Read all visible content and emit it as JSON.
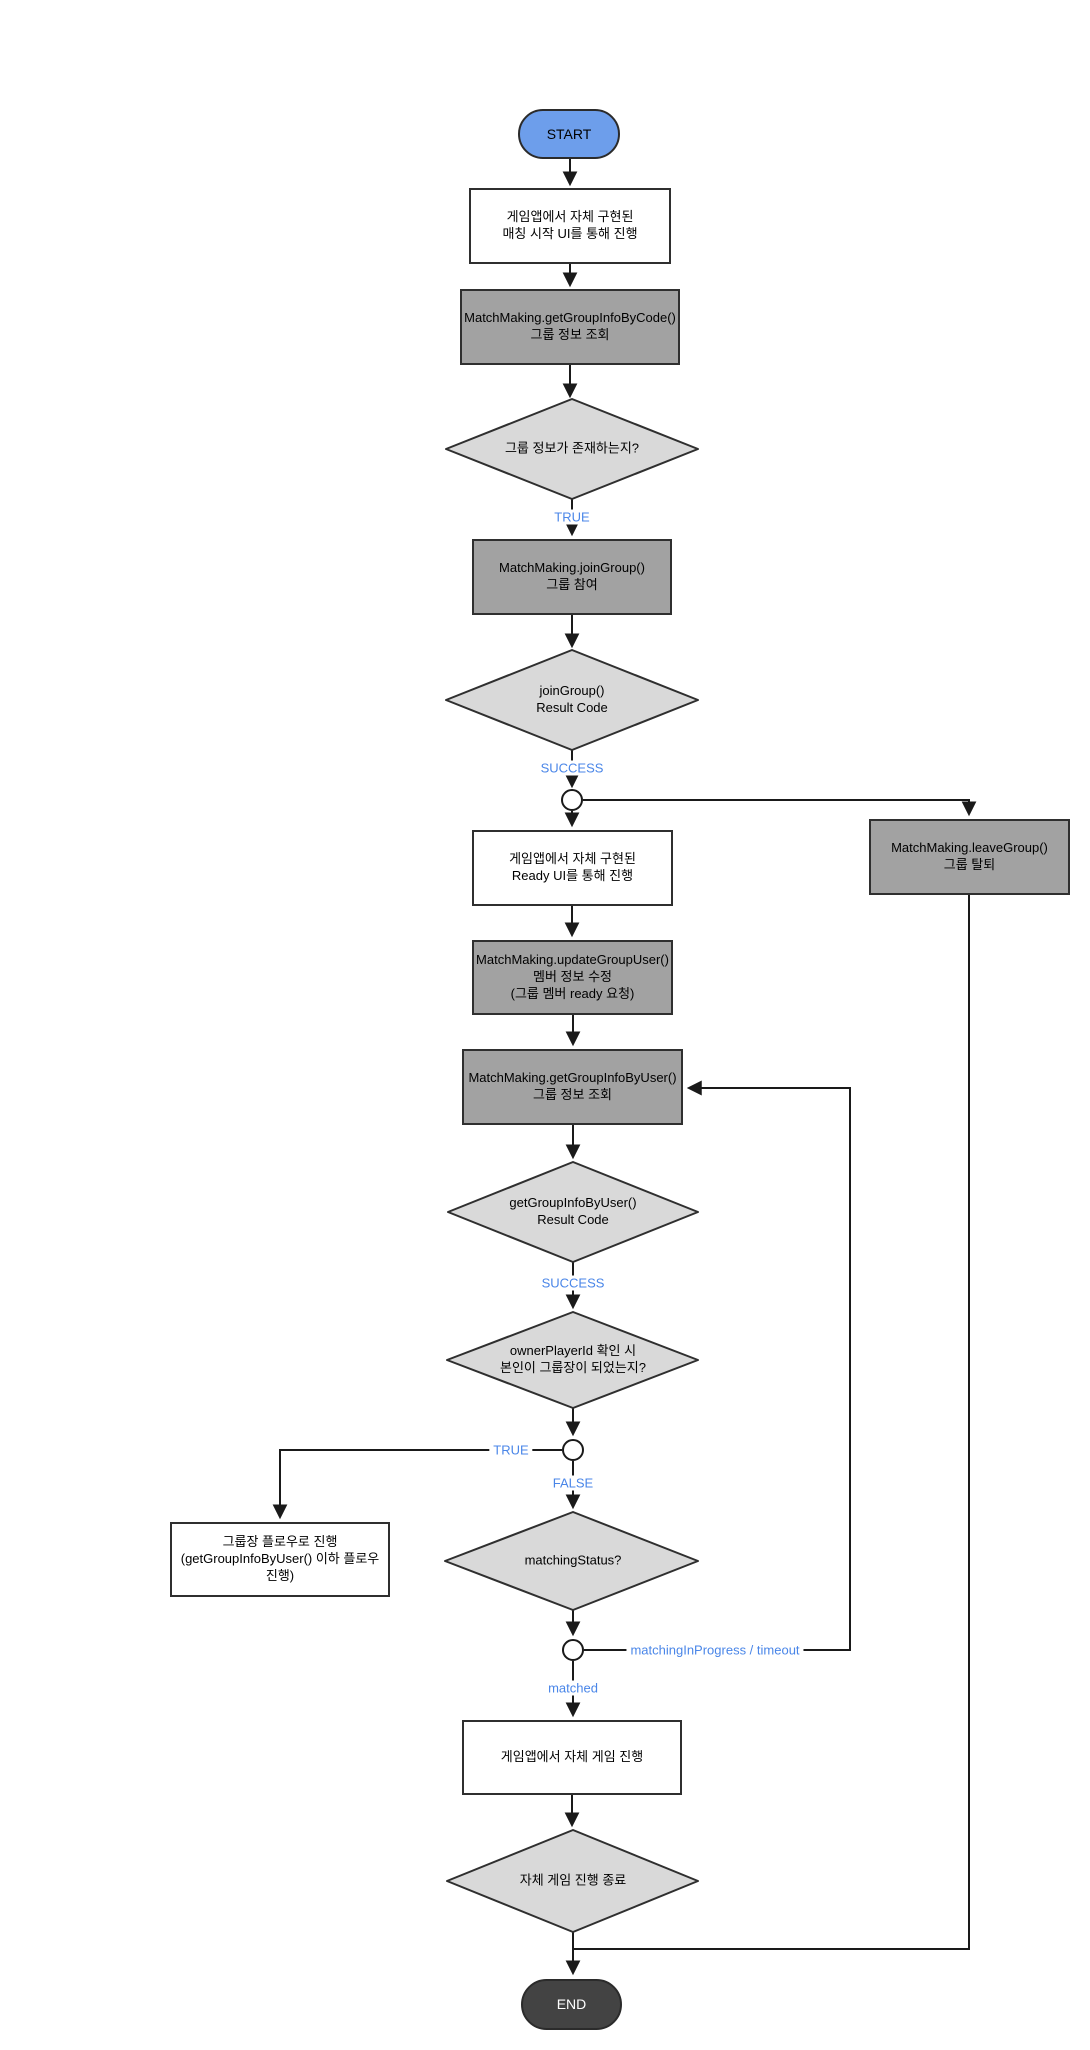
{
  "diagram": {
    "nodes": {
      "start": {
        "label": "START"
      },
      "match_start_ui": {
        "text": "게임앱에서 자체 구현된\n매칭 시작 UI를 통해 진행"
      },
      "get_group_info_by_code": {
        "text": "MatchMaking.getGroupInfoByCode()\n그룹 정보 조회"
      },
      "group_exists_decision": {
        "text": "그룹 정보가 존재하는지?"
      },
      "join_group": {
        "text": "MatchMaking.joinGroup()\n그룹 참여"
      },
      "join_result_decision": {
        "text": "joinGroup()\nResult Code"
      },
      "ready_ui": {
        "text": "게임앱에서 자체 구현된\nReady UI를 통해 진행"
      },
      "leave_group": {
        "text": "MatchMaking.leaveGroup()\n그룹 탈퇴"
      },
      "update_group_user": {
        "text": "MatchMaking.updateGroupUser()\n멤버 정보 수정\n(그룹 멤버 ready 요청)"
      },
      "get_group_info_by_user": {
        "text": "MatchMaking.getGroupInfoByUser()\n그룹 정보 조회"
      },
      "get_info_result_decision": {
        "text": "getGroupInfoByUser()\nResult Code"
      },
      "owner_check_decision": {
        "text": "ownerPlayerId 확인 시\n본인이 그룹장이 되었는지?"
      },
      "owner_flow": {
        "text": "그룹장 플로우로 진행\n(getGroupInfoByUser() 이하 플로우 진행)"
      },
      "matching_status_decision": {
        "text": "matchingStatus?"
      },
      "game_play": {
        "text": "게임앱에서 자체 게임 진행"
      },
      "game_end_decision": {
        "text": "자체 게임 진행 종료"
      },
      "end": {
        "label": "END"
      }
    },
    "edge_labels": {
      "group_exists_true": "TRUE",
      "join_success": "SUCCESS",
      "get_info_success": "SUCCESS",
      "owner_true": "TRUE",
      "owner_false": "FALSE",
      "matching_in_progress": "matchingInProgress / timeout",
      "matched": "matched"
    },
    "colors": {
      "start_fill": "#6d9eeb",
      "process_fill": "#ffffff",
      "api_fill": "#a2a2a2",
      "decision_fill": "#d9d9d9",
      "end_fill": "#434343",
      "edge_label_color": "#4a86e8",
      "line_color": "#1a1a1a"
    }
  }
}
